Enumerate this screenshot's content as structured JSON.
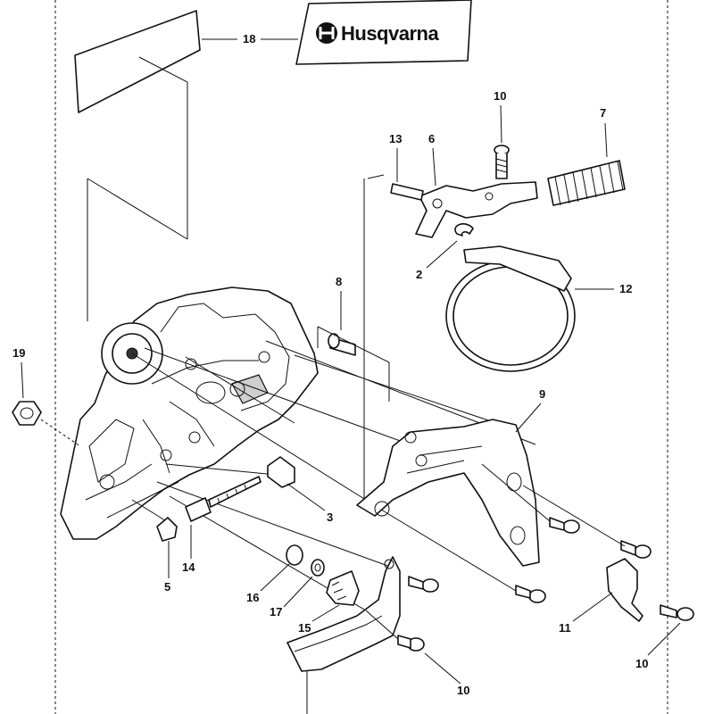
{
  "brand": {
    "logo_text": "Husqvarna"
  },
  "callouts": [
    {
      "id": "c18",
      "label": "18"
    },
    {
      "id": "c10a",
      "label": "10"
    },
    {
      "id": "c7",
      "label": "7"
    },
    {
      "id": "c13",
      "label": "13"
    },
    {
      "id": "c6",
      "label": "6"
    },
    {
      "id": "c2",
      "label": "2"
    },
    {
      "id": "c12",
      "label": "12"
    },
    {
      "id": "c8",
      "label": "8"
    },
    {
      "id": "c19",
      "label": "19"
    },
    {
      "id": "c9",
      "label": "9"
    },
    {
      "id": "c3",
      "label": "3"
    },
    {
      "id": "c14",
      "label": "14"
    },
    {
      "id": "c5",
      "label": "5"
    },
    {
      "id": "c16",
      "label": "16"
    },
    {
      "id": "c17",
      "label": "17"
    },
    {
      "id": "c15",
      "label": "15"
    },
    {
      "id": "c11",
      "label": "11"
    },
    {
      "id": "c10b",
      "label": "10"
    },
    {
      "id": "c10c",
      "label": "10"
    }
  ],
  "icons": {
    "logo_mark": "husqvarna-crown-icon"
  }
}
